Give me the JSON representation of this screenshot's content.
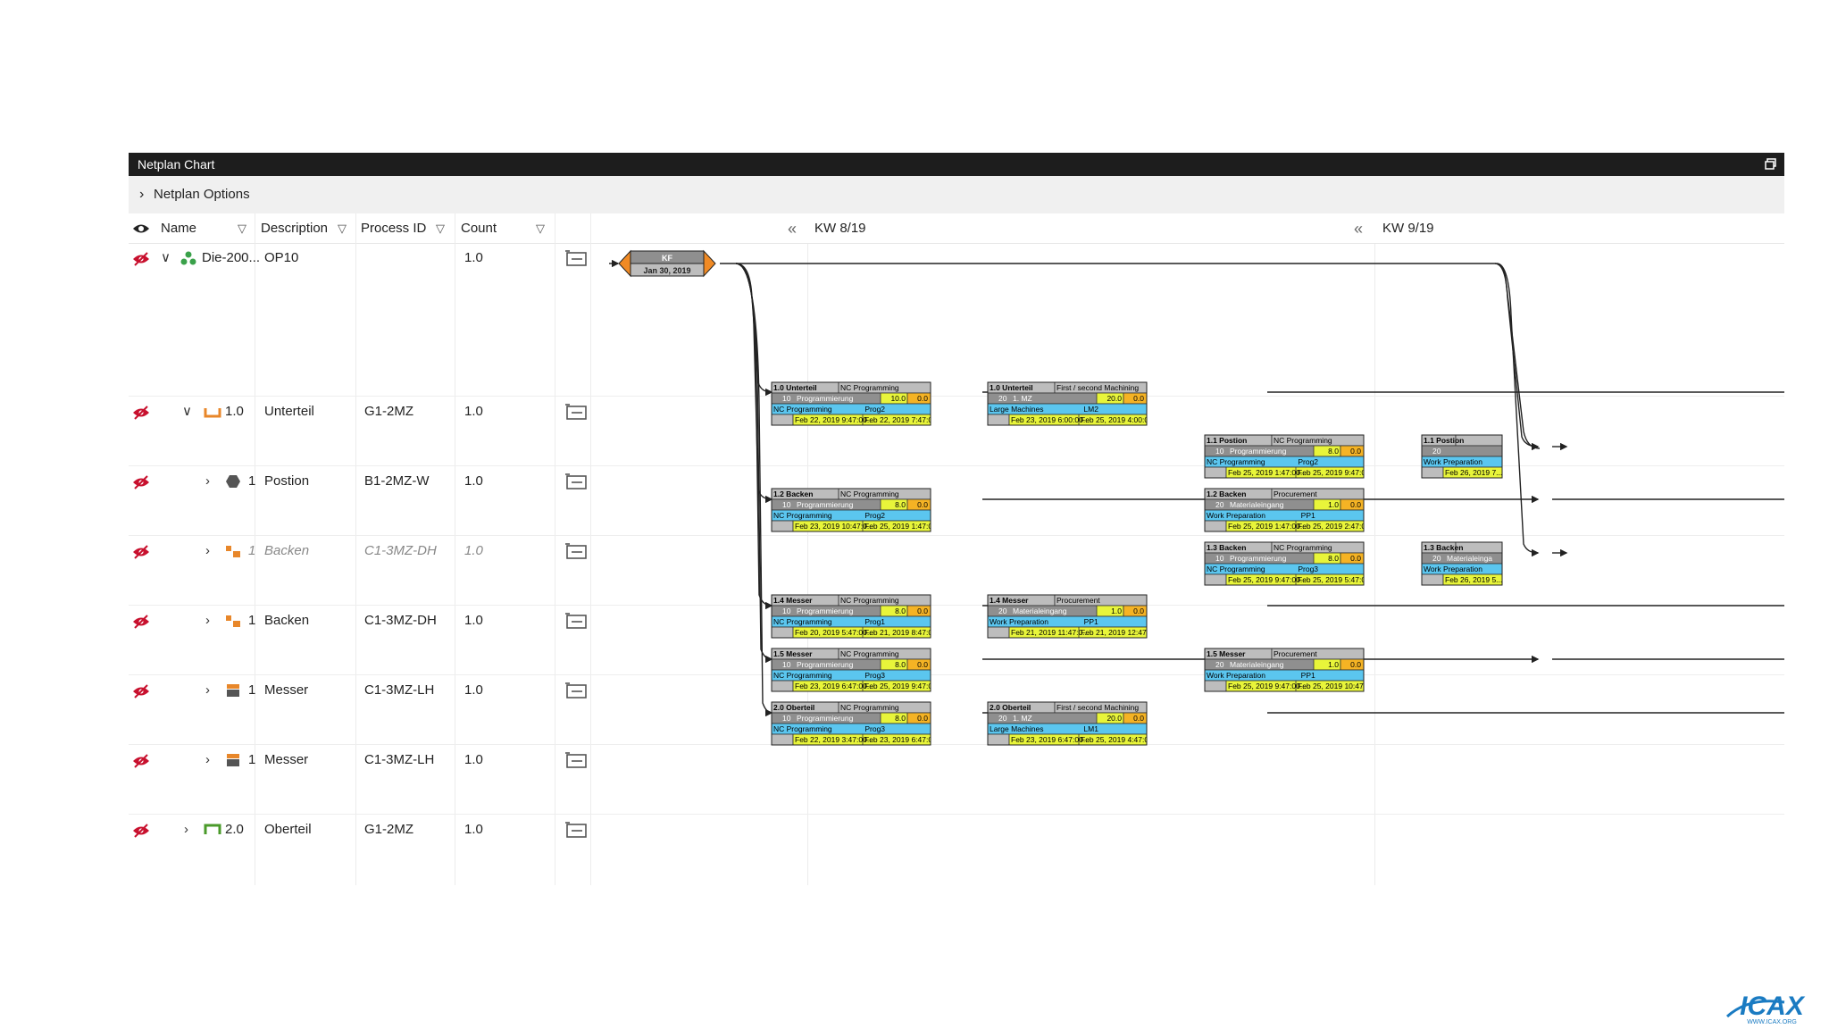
{
  "window": {
    "title": "Netplan Chart"
  },
  "options": {
    "label": "Netplan Options"
  },
  "columns": {
    "name": "Name",
    "description": "Description",
    "process_id": "Process ID",
    "count": "Count"
  },
  "timeline": {
    "kw1": "KW 8/19",
    "kw2": "KW 9/19"
  },
  "rows": [
    {
      "name": "Die-200...",
      "description": "OP10",
      "process_id": "",
      "count": "1.0"
    },
    {
      "name": "1.0",
      "description": "Unterteil",
      "process_id": "G1-2MZ",
      "count": "1.0"
    },
    {
      "name": "1",
      "description": "Postion",
      "process_id": "B1-2MZ-W",
      "count": "1.0"
    },
    {
      "name": "1",
      "description": "Backen",
      "process_id": "C1-3MZ-DH",
      "count": "1.0"
    },
    {
      "name": "1",
      "description": "Backen",
      "process_id": "C1-3MZ-DH",
      "count": "1.0"
    },
    {
      "name": "1",
      "description": "Messer",
      "process_id": "C1-3MZ-LH",
      "count": "1.0"
    },
    {
      "name": "1",
      "description": "Messer",
      "process_id": "C1-3MZ-LH",
      "count": "1.0"
    },
    {
      "name": "2.0",
      "description": "Oberteil",
      "process_id": "G1-2MZ",
      "count": "1.0"
    }
  ],
  "milestone": {
    "label": "KF",
    "date": "Jan 30, 2019"
  },
  "nodes": [
    {
      "title": "1.0 Unterteil",
      "type": "NC Programming",
      "op": "10",
      "activity": "Programmierung",
      "dur": "10.0",
      "slack": "0.0",
      "group": "NC Programming",
      "res": "Prog2",
      "start": "Feb 22, 2019 9:47:00...",
      "end": "Feb 22, 2019 7:47:00..."
    },
    {
      "title": "1.0 Unterteil",
      "type": "First / second Machining",
      "op": "20",
      "activity": "1. MZ",
      "dur": "20.0",
      "slack": "0.0",
      "group": "Large Machines",
      "res": "LM2",
      "start": "Feb 23, 2019 6:00:00...",
      "end": "Feb 25, 2019 4:00:00..."
    },
    {
      "title": "1.1 Postion",
      "type": "NC Programming",
      "op": "10",
      "activity": "Programmierung",
      "dur": "8.0",
      "slack": "0.0",
      "group": "NC Programming",
      "res": "Prog2",
      "start": "Feb 25, 2019 1:47:00...",
      "end": "Feb 25, 2019 9:47:00..."
    },
    {
      "title": "1.1 Postion",
      "type": "",
      "op": "20",
      "activity": "",
      "dur": "",
      "slack": "",
      "group": "Work Preparation",
      "res": "",
      "start": "Feb 26, 2019 7...",
      "end": ""
    },
    {
      "title": "1.2 Backen",
      "type": "NC Programming",
      "op": "10",
      "activity": "Programmierung",
      "dur": "8.0",
      "slack": "0.0",
      "group": "NC Programming",
      "res": "Prog2",
      "start": "Feb 23, 2019 10:47:0...",
      "end": "Feb 25, 2019 1:47:00..."
    },
    {
      "title": "1.2 Backen",
      "type": "Procurement",
      "op": "20",
      "activity": "Materialeingang",
      "dur": "1.0",
      "slack": "0.0",
      "group": "Work Preparation",
      "res": "PP1",
      "start": "Feb 25, 2019 1:47:00...",
      "end": "Feb 25, 2019 2:47:00..."
    },
    {
      "title": "1.3 Backen",
      "type": "NC Programming",
      "op": "10",
      "activity": "Programmierung",
      "dur": "8.0",
      "slack": "0.0",
      "group": "NC Programming",
      "res": "Prog3",
      "start": "Feb 25, 2019 9:47:00...",
      "end": "Feb 25, 2019 5:47:00..."
    },
    {
      "title": "1.3 Backen",
      "type": "",
      "op": "20",
      "activity": "Materialeinga",
      "dur": "",
      "slack": "",
      "group": "Work Preparation",
      "res": "",
      "start": "Feb 26, 2019 5...",
      "end": ""
    },
    {
      "title": "1.4 Messer",
      "type": "NC Programming",
      "op": "10",
      "activity": "Programmierung",
      "dur": "8.0",
      "slack": "0.0",
      "group": "NC Programming",
      "res": "Prog1",
      "start": "Feb 20, 2019 5:47:00...",
      "end": "Feb 21, 2019 8:47:00..."
    },
    {
      "title": "1.4 Messer",
      "type": "Procurement",
      "op": "20",
      "activity": "Materialeingang",
      "dur": "1.0",
      "slack": "0.0",
      "group": "Work Preparation",
      "res": "PP1",
      "start": "Feb 21, 2019 11:47:0...",
      "end": "Feb 21, 2019 12:47:0..."
    },
    {
      "title": "1.5 Messer",
      "type": "NC Programming",
      "op": "10",
      "activity": "Programmierung",
      "dur": "8.0",
      "slack": "0.0",
      "group": "NC Programming",
      "res": "Prog3",
      "start": "Feb 23, 2019 6:47:00...",
      "end": "Feb 25, 2019 9:47:00..."
    },
    {
      "title": "1.5 Messer",
      "type": "Procurement",
      "op": "20",
      "activity": "Materialeingang",
      "dur": "1.0",
      "slack": "0.0",
      "group": "Work Preparation",
      "res": "PP1",
      "start": "Feb 25, 2019 9:47:00...",
      "end": "Feb 25, 2019 10:47:0..."
    },
    {
      "title": "2.0 Oberteil",
      "type": "NC Programming",
      "op": "10",
      "activity": "Programmierung",
      "dur": "8.0",
      "slack": "0.0",
      "group": "NC Programming",
      "res": "Prog3",
      "start": "Feb 22, 2019 3:47:00...",
      "end": "Feb 23, 2019 6:47:00..."
    },
    {
      "title": "2.0 Oberteil",
      "type": "First / second Machining",
      "op": "20",
      "activity": "1. MZ",
      "dur": "20.0",
      "slack": "0.0",
      "group": "Large Machines",
      "res": "LM1",
      "start": "Feb 23, 2019 6:47:00...",
      "end": "Feb 25, 2019 4:47:00..."
    }
  ],
  "colors": {
    "titlebar": "#1d1d1d",
    "node_header": "#bdbdbd",
    "node_gray": "#8f8f8f",
    "node_blue": "#5bc6ef",
    "node_yellow": "#e8f53a",
    "node_orange": "#f5b324",
    "milestone_orange": "#f08a24",
    "eye_red": "#c8102e"
  },
  "logo": {
    "text": "ICAX",
    "sub": "WWW.ICAX.ORG"
  }
}
